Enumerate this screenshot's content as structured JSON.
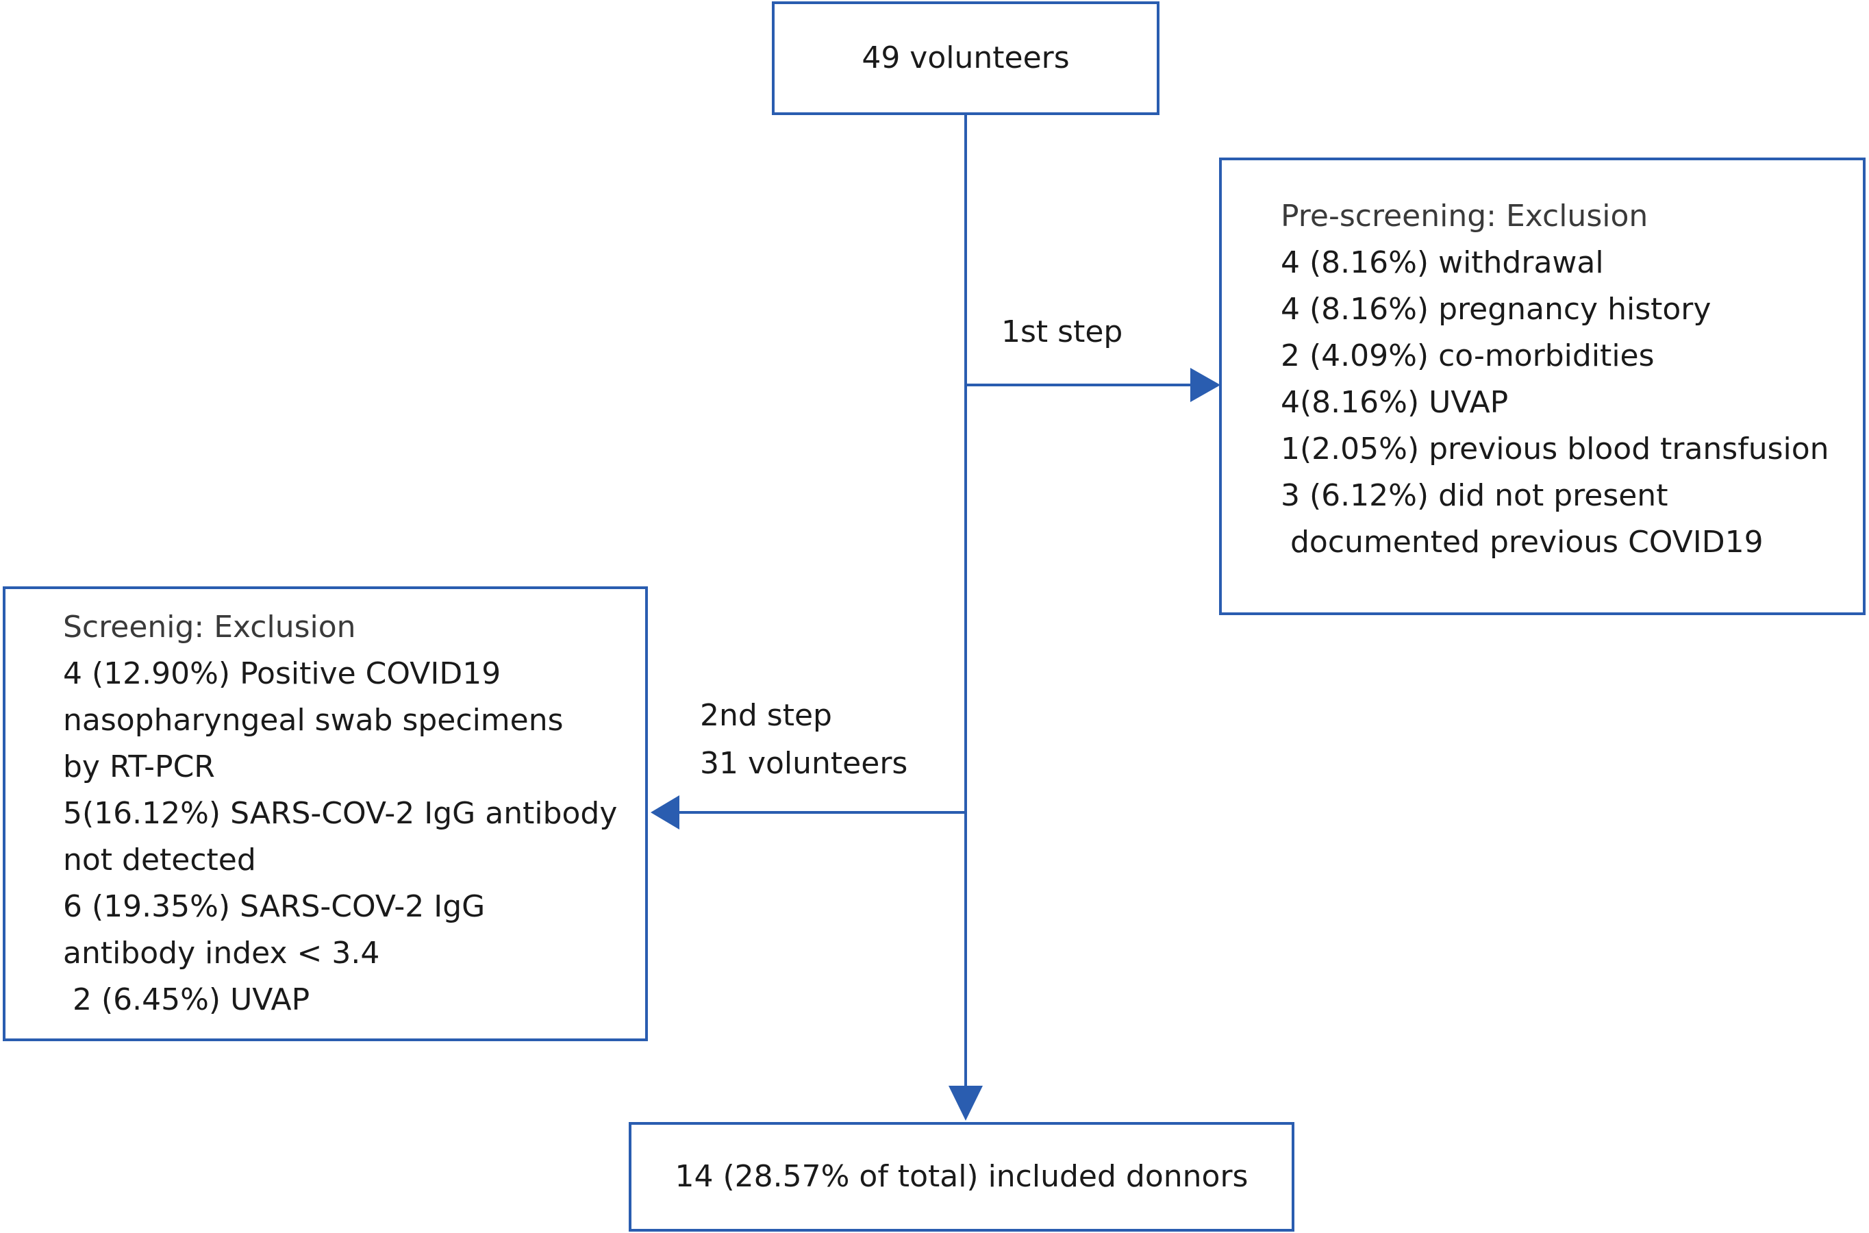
{
  "start": {
    "label": "49 volunteers"
  },
  "step1": {
    "label": "1st step"
  },
  "pre_screening": {
    "header": "Pre-screening: Exclusion",
    "lines": [
      "4 (8.16%) withdrawal",
      "4 (8.16%) pregnancy history",
      "2 (4.09%) co-morbidities",
      "4(8.16%) UVAP",
      "1(2.05%) previous blood transfusion",
      "3 (6.12%) did not present",
      " documented previous COVID19"
    ]
  },
  "step2": {
    "label_line1": "2nd step",
    "label_line2": "31 volunteers"
  },
  "screening": {
    "header": "Screenig: Exclusion",
    "lines": [
      "4 (12.90%) Positive COVID19",
      "nasopharyngeal swab specimens",
      "by RT-PCR",
      "5(16.12%) SARS-COV-2 IgG antibody",
      "not detected",
      "6 (19.35%) SARS-COV-2 IgG",
      "antibody index < 3.4",
      " 2 (6.45%) UVAP"
    ]
  },
  "end": {
    "label": "14 (28.57% of total) included donnors"
  },
  "colors": {
    "line": "#2a5db0"
  }
}
